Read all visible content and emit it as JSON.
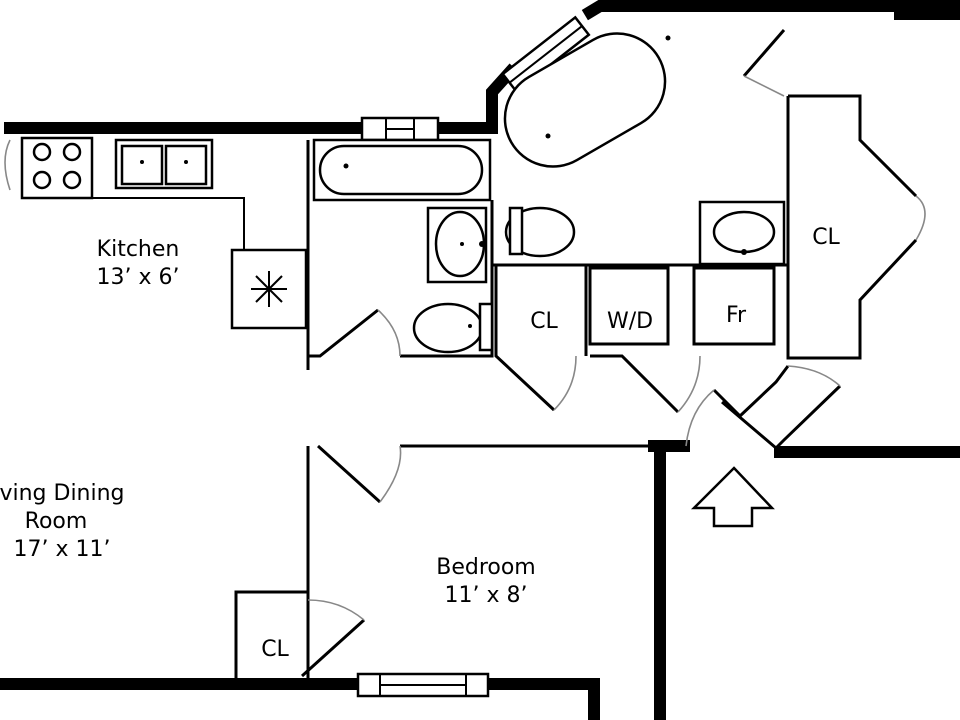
{
  "rooms": {
    "kitchen": {
      "name": "Kitchen",
      "dims": "13’ x 6’"
    },
    "living": {
      "name": "ving Dining",
      "name2": "Room",
      "dims": "17’ x 11’"
    },
    "bedroom": {
      "name": "Bedroom",
      "dims": "11’ x 8’"
    }
  },
  "labels": {
    "closet_bath": "CL",
    "closet_right": "CL",
    "closet_bedroom": "CL",
    "washer_dryer": "W/D",
    "fridge": "Fr"
  },
  "colors": {
    "wall": "#000000",
    "door_swing": "#888888",
    "background": "#ffffff"
  }
}
